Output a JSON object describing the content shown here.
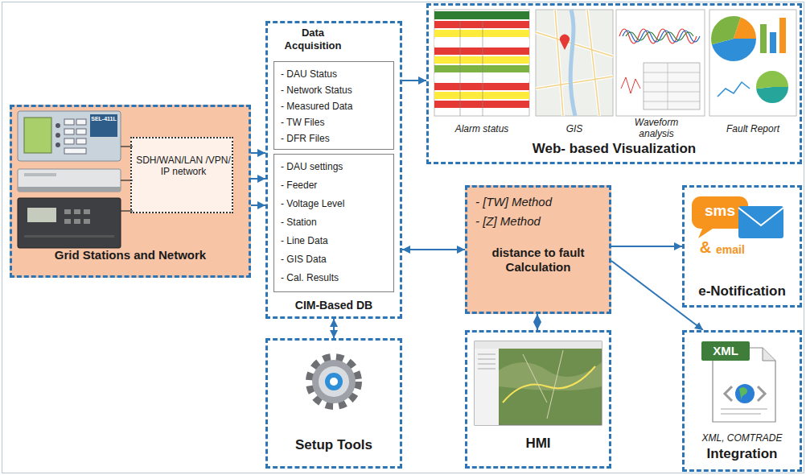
{
  "diagram": {
    "nodes": [
      {
        "text": [
          "Grid Stations and Network"
        ]
      },
      {
        "text": [
          "SDH/WAN/LAN /VPN/ IP network"
        ],
        "in": 0
      },
      {
        "text": [
          "Data Acquisition",
          "CIM-Based DB"
        ]
      },
      {
        "text": [
          "- DAU Status",
          "- Network Status",
          "- Measured Data",
          "- TW Files",
          "- DFR Files"
        ],
        "in": 2
      },
      {
        "text": [
          "- DAU settings",
          "- Feeder",
          "- Voltage Level",
          "- Station",
          "- Line Data",
          "- GIS Data",
          "- Cal. Results"
        ],
        "in": 2
      },
      {
        "text": [
          "Alarm status",
          "GIS",
          "Waveform analysis",
          "Fault Report",
          "Web- based Visualization"
        ]
      },
      {
        "text": [
          "- [TW] Method",
          "- [Z] Method",
          "distance to fault Calculation"
        ]
      },
      {
        "text": [
          "e-Notification"
        ]
      },
      {
        "text": [
          "XML, COMTRADE",
          "Integration"
        ]
      },
      {
        "text": [
          "Setup Tools"
        ]
      },
      {
        "text": [
          "HMI"
        ]
      }
    ],
    "edges": [
      {
        "from": 1,
        "to": 2,
        "arrow": "to"
      },
      {
        "from": 1,
        "to": 2,
        "arrow": "to"
      },
      {
        "from": 1,
        "to": 2,
        "arrow": "to"
      },
      {
        "from": 2,
        "to": 5,
        "arrow": "to"
      },
      {
        "from": 2,
        "to": 6,
        "arrow": "both"
      },
      {
        "from": 2,
        "to": 9,
        "arrow": "both"
      },
      {
        "from": 6,
        "to": 10,
        "arrow": "both"
      },
      {
        "from": 6,
        "to": 7,
        "arrow": "to"
      },
      {
        "from": 6,
        "to": 8,
        "arrow": "to"
      }
    ],
    "labels": [
      "SEL-411L",
      "sms",
      "&",
      "email",
      "XML"
    ]
  }
}
